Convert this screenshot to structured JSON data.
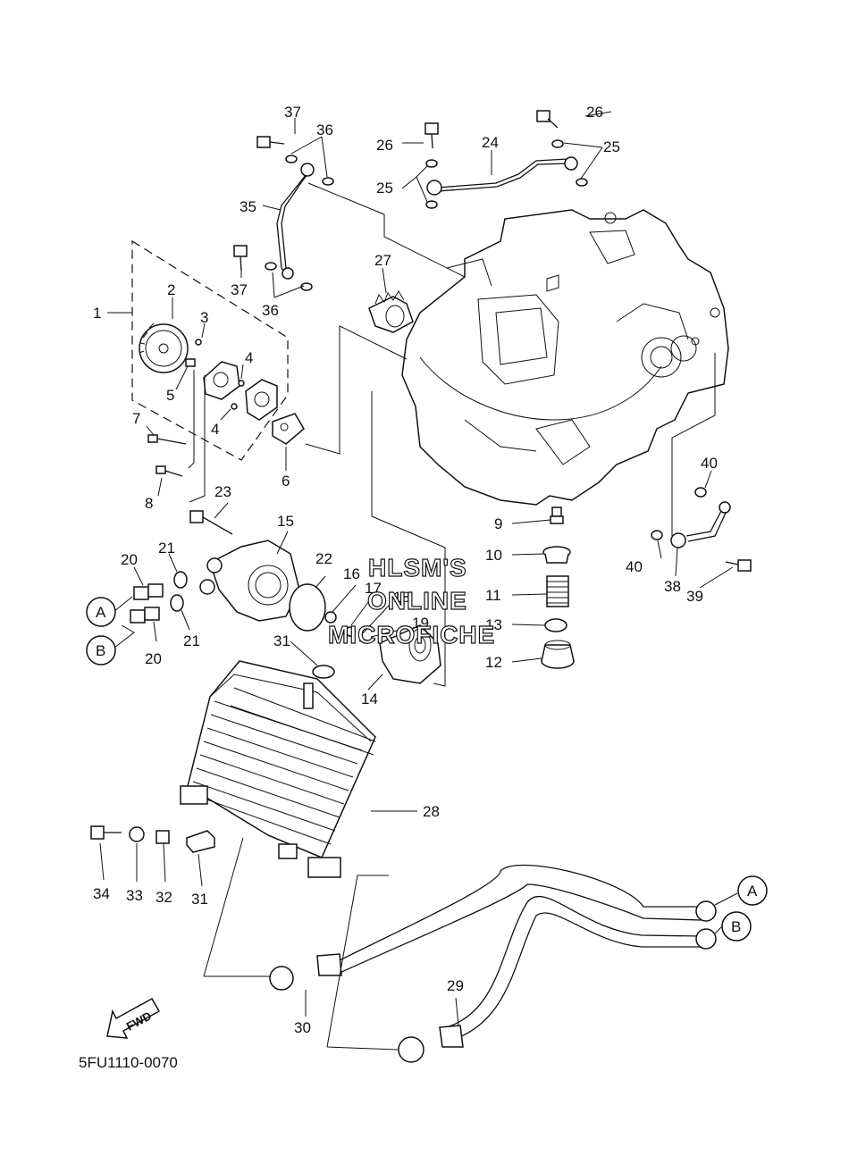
{
  "diagram_code": "5FU1110-0070",
  "watermark": {
    "line1": "HLSM'S",
    "line2": "ONLINE",
    "line3": "MICROFICHE"
  },
  "fwd_label": "FWD",
  "connectors": {
    "a": "A",
    "b": "B"
  },
  "labels": {
    "p1": "1",
    "p2": "2",
    "p3": "3",
    "p4a": "4",
    "p4b": "4",
    "p5": "5",
    "p6": "6",
    "p7": "7",
    "p8": "8",
    "p9": "9",
    "p10": "10",
    "p11": "11",
    "p12": "12",
    "p13": "13",
    "p14": "14",
    "p15": "15",
    "p16": "16",
    "p17": "17",
    "p18": "18",
    "p19": "19",
    "p20a": "20",
    "p20b": "20",
    "p21a": "21",
    "p21b": "21",
    "p22": "22",
    "p23": "23",
    "p24": "24",
    "p25a": "25",
    "p25b": "25",
    "p26a": "26",
    "p26b": "26",
    "p27": "27",
    "p28": "28",
    "p29": "29",
    "p30": "30",
    "p31a": "31",
    "p31b": "31",
    "p32": "32",
    "p33": "33",
    "p34": "34",
    "p35": "35",
    "p36a": "36",
    "p36b": "36",
    "p37a": "37",
    "p37b": "37",
    "p38": "38",
    "p39": "39",
    "p40a": "40",
    "p40b": "40"
  }
}
